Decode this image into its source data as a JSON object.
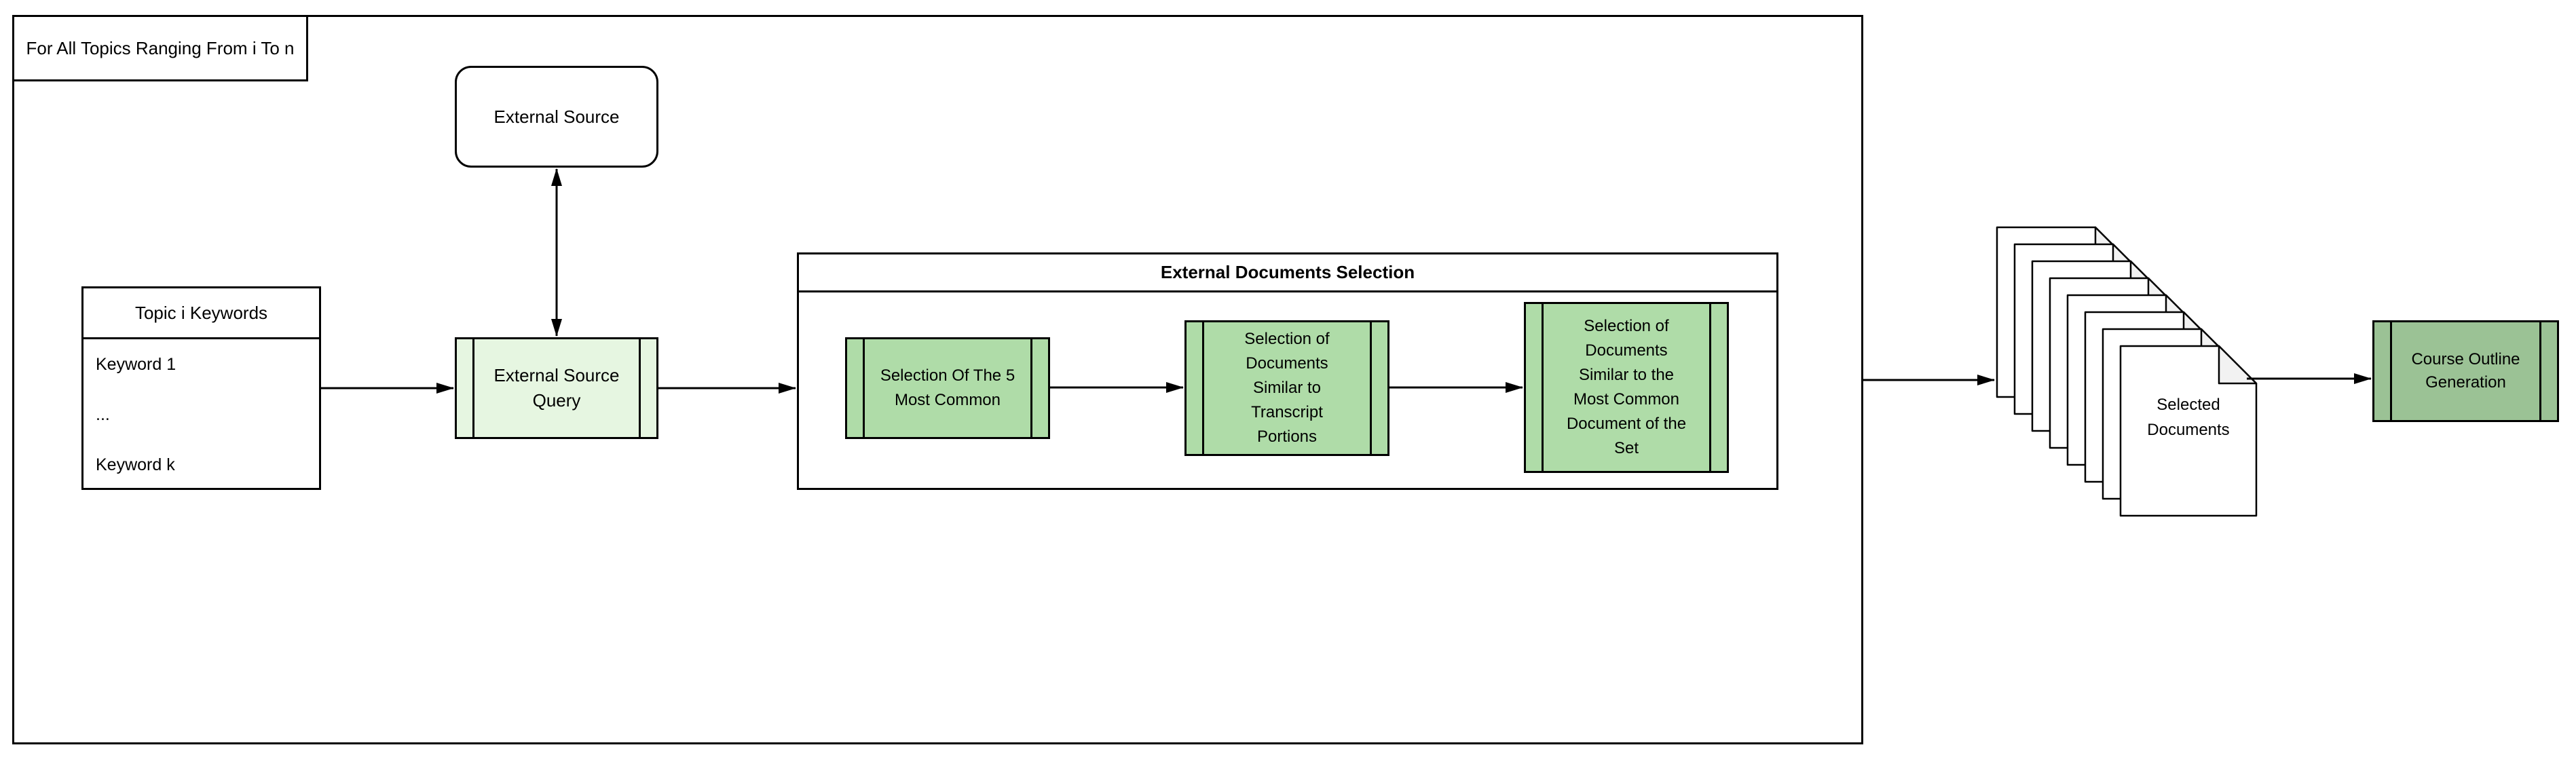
{
  "diagram": {
    "loop_label": "For All Topics Ranging From i To n",
    "external_source": {
      "label": "External Source"
    },
    "topic_keywords": {
      "title": "Topic i Keywords",
      "rows": [
        "Keyword 1",
        "...",
        "Keyword k"
      ]
    },
    "external_source_query": {
      "label": "External Source Query"
    },
    "external_documents_selection": {
      "title": "External Documents Selection",
      "steps": [
        "Selection Of The 5 Most Common",
        "Selection of Documents Similar to Transcript Portions",
        "Selection of Documents Similar to the Most Common Document of the Set"
      ]
    },
    "document_stack": {
      "label": "Selected Documents",
      "page_count": 8
    },
    "course_outline": {
      "label": "Course Outline Generation"
    },
    "connections": [
      "Topic i Keywords -> External Source Query",
      "External Source Query <-> External Source",
      "External Source Query -> External Documents Selection",
      "Selection Of The 5 Most Common -> Selection of Documents Similar to Transcript Portions",
      "Selection of Documents Similar to Transcript Portions -> Selection of Documents Similar to the Most Common Document of the Set",
      "For All Topics container -> Selected Documents",
      "Selected Documents -> Course Outline Generation"
    ],
    "colors": {
      "query_fill": "#e6f6e1",
      "step_fill": "#afdca8",
      "course_fill": "#9bc295",
      "stroke": "#000000",
      "fold_fill": "#f2f2f2",
      "background": "#ffffff"
    }
  }
}
